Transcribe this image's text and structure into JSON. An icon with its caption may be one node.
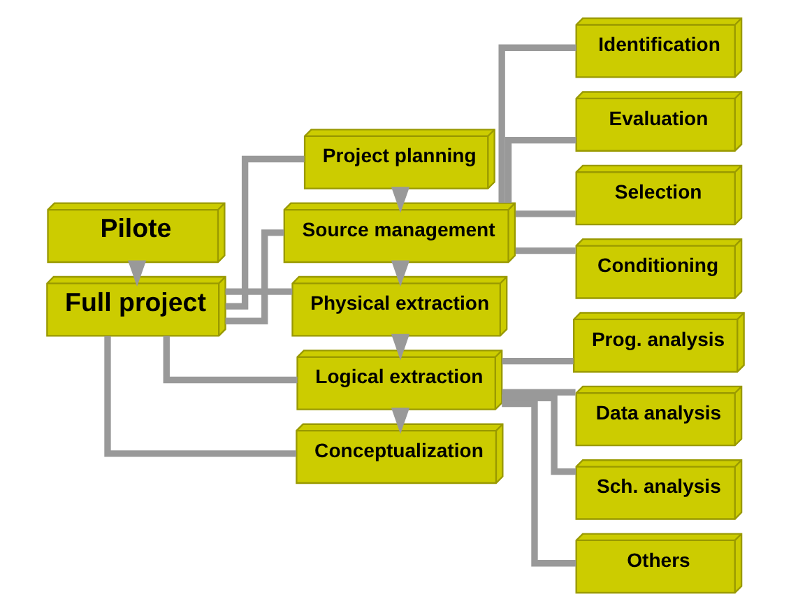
{
  "diagram": {
    "nodes": [
      {
        "text": [
          "Pilote"
        ]
      },
      {
        "text": [
          "Full project"
        ]
      },
      {
        "text": [
          "Project planning"
        ]
      },
      {
        "text": [
          "Source management"
        ]
      },
      {
        "text": [
          "Physical extraction"
        ]
      },
      {
        "text": [
          "Logical extraction"
        ]
      },
      {
        "text": [
          "Conceptualization"
        ]
      },
      {
        "text": [
          "Identification"
        ]
      },
      {
        "text": [
          "Evaluation"
        ]
      },
      {
        "text": [
          "Selection"
        ]
      },
      {
        "text": [
          "Conditioning"
        ]
      },
      {
        "text": [
          "Prog. analysis"
        ]
      },
      {
        "text": [
          "Data analysis"
        ]
      },
      {
        "text": [
          "Sch. analysis"
        ]
      },
      {
        "text": [
          "Others"
        ]
      }
    ],
    "edges": [
      {
        "from": 0,
        "to": 1,
        "arrow": "to"
      },
      {
        "from": 1,
        "to": 2,
        "arrow": "none"
      },
      {
        "from": 1,
        "to": 3,
        "arrow": "none"
      },
      {
        "from": 1,
        "to": 4,
        "arrow": "none"
      },
      {
        "from": 1,
        "to": 5,
        "arrow": "none"
      },
      {
        "from": 1,
        "to": 6,
        "arrow": "none"
      },
      {
        "from": 2,
        "to": 3,
        "arrow": "to"
      },
      {
        "from": 3,
        "to": 4,
        "arrow": "to"
      },
      {
        "from": 4,
        "to": 5,
        "arrow": "to"
      },
      {
        "from": 5,
        "to": 6,
        "arrow": "to"
      },
      {
        "from": 3,
        "to": 7,
        "arrow": "none"
      },
      {
        "from": 3,
        "to": 8,
        "arrow": "none"
      },
      {
        "from": 3,
        "to": 9,
        "arrow": "none"
      },
      {
        "from": 3,
        "to": 10,
        "arrow": "none"
      },
      {
        "from": 5,
        "to": 11,
        "arrow": "none"
      },
      {
        "from": 5,
        "to": 12,
        "arrow": "none"
      },
      {
        "from": 5,
        "to": 13,
        "arrow": "none"
      },
      {
        "from": 5,
        "to": 14,
        "arrow": "none"
      }
    ]
  }
}
